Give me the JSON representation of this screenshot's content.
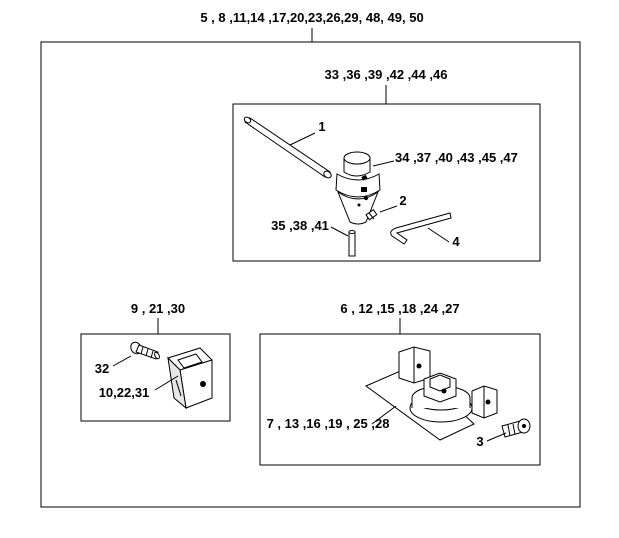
{
  "labels": {
    "top": "5 , 8 ,11,14 ,17,20,23,26,29, 48, 49, 50",
    "kit_a": "33 ,36 ,39 ,42 ,44 ,46",
    "part_1": "1",
    "part_34": "34 ,37 ,40 ,43 ,45 ,47",
    "part_2": "2",
    "part_35": "35 ,38 ,41",
    "part_4": "4",
    "kit_b": "9 , 21 ,30",
    "part_32": "32",
    "part_10": "10,22,31",
    "kit_c": "6 , 12 ,15 ,18 ,24 ,27",
    "part_7": "7 , 13 ,16 ,19 , 25 ,28",
    "part_3": "3"
  }
}
